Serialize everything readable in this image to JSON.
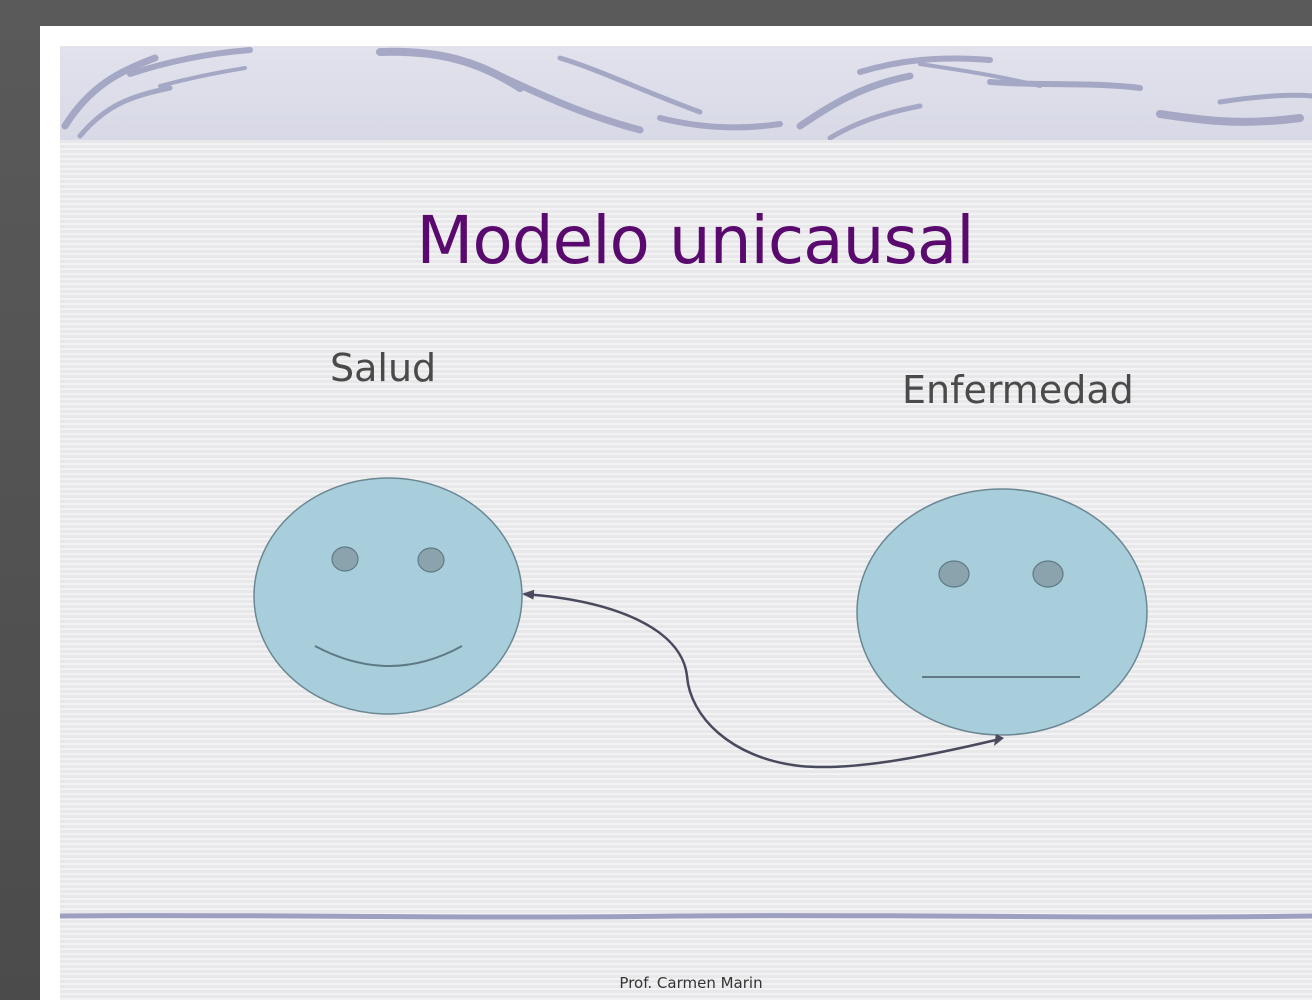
{
  "slide": {
    "title": "Modelo unicausal",
    "footer": "Prof. Carmen Marin"
  },
  "diagram": {
    "nodes": [
      {
        "id": "salud",
        "label": "Salud",
        "expression": "smiling"
      },
      {
        "id": "enfermedad",
        "label": "Enfermedad",
        "expression": "neutral"
      }
    ],
    "edges": [
      {
        "from": "enfermedad",
        "to": "salud",
        "style": "curved-arrow"
      }
    ]
  },
  "colors": {
    "title": "#5a0a6e",
    "face_fill": "#a9cedb",
    "face_stroke": "#6b8794",
    "eye_fill": "#8aa3ad",
    "arrow": "#4a4a5e",
    "accent_stroke": "#9c9fbf"
  }
}
